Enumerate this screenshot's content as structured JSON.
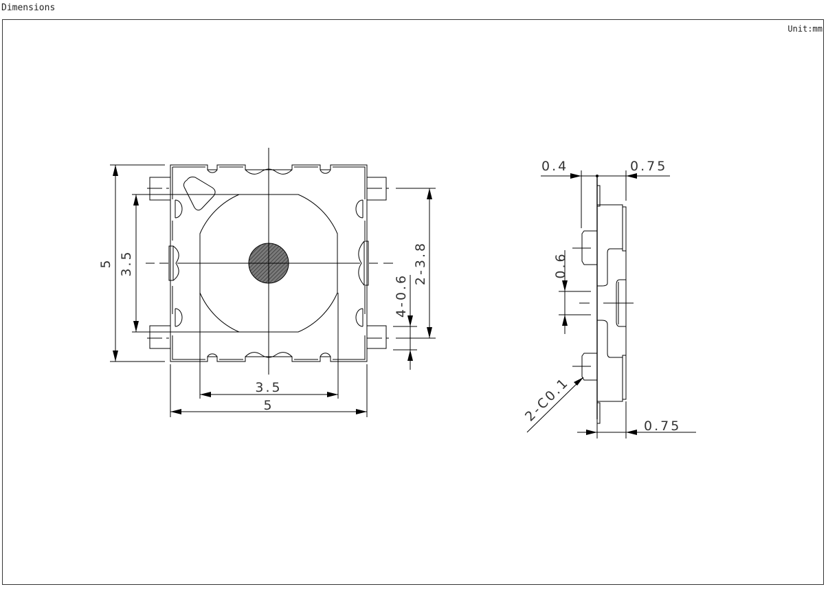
{
  "header": {
    "title": "Dimensions",
    "unit": "Unit:mm"
  },
  "front_view": {
    "width_total": "5",
    "width_inner": "3.5",
    "height_total": "5",
    "height_inner": "3.5",
    "terminal_pitch": "2-3.8",
    "terminal_width": "4-0.6"
  },
  "side_view": {
    "bump_offset": "0.4",
    "top_thickness": "0.75",
    "bottom_thickness": "0.75",
    "center_gap": "0.6",
    "chamfer": "2-C0.1"
  },
  "colors": {
    "line": "#000000",
    "hatch": "#555555"
  }
}
